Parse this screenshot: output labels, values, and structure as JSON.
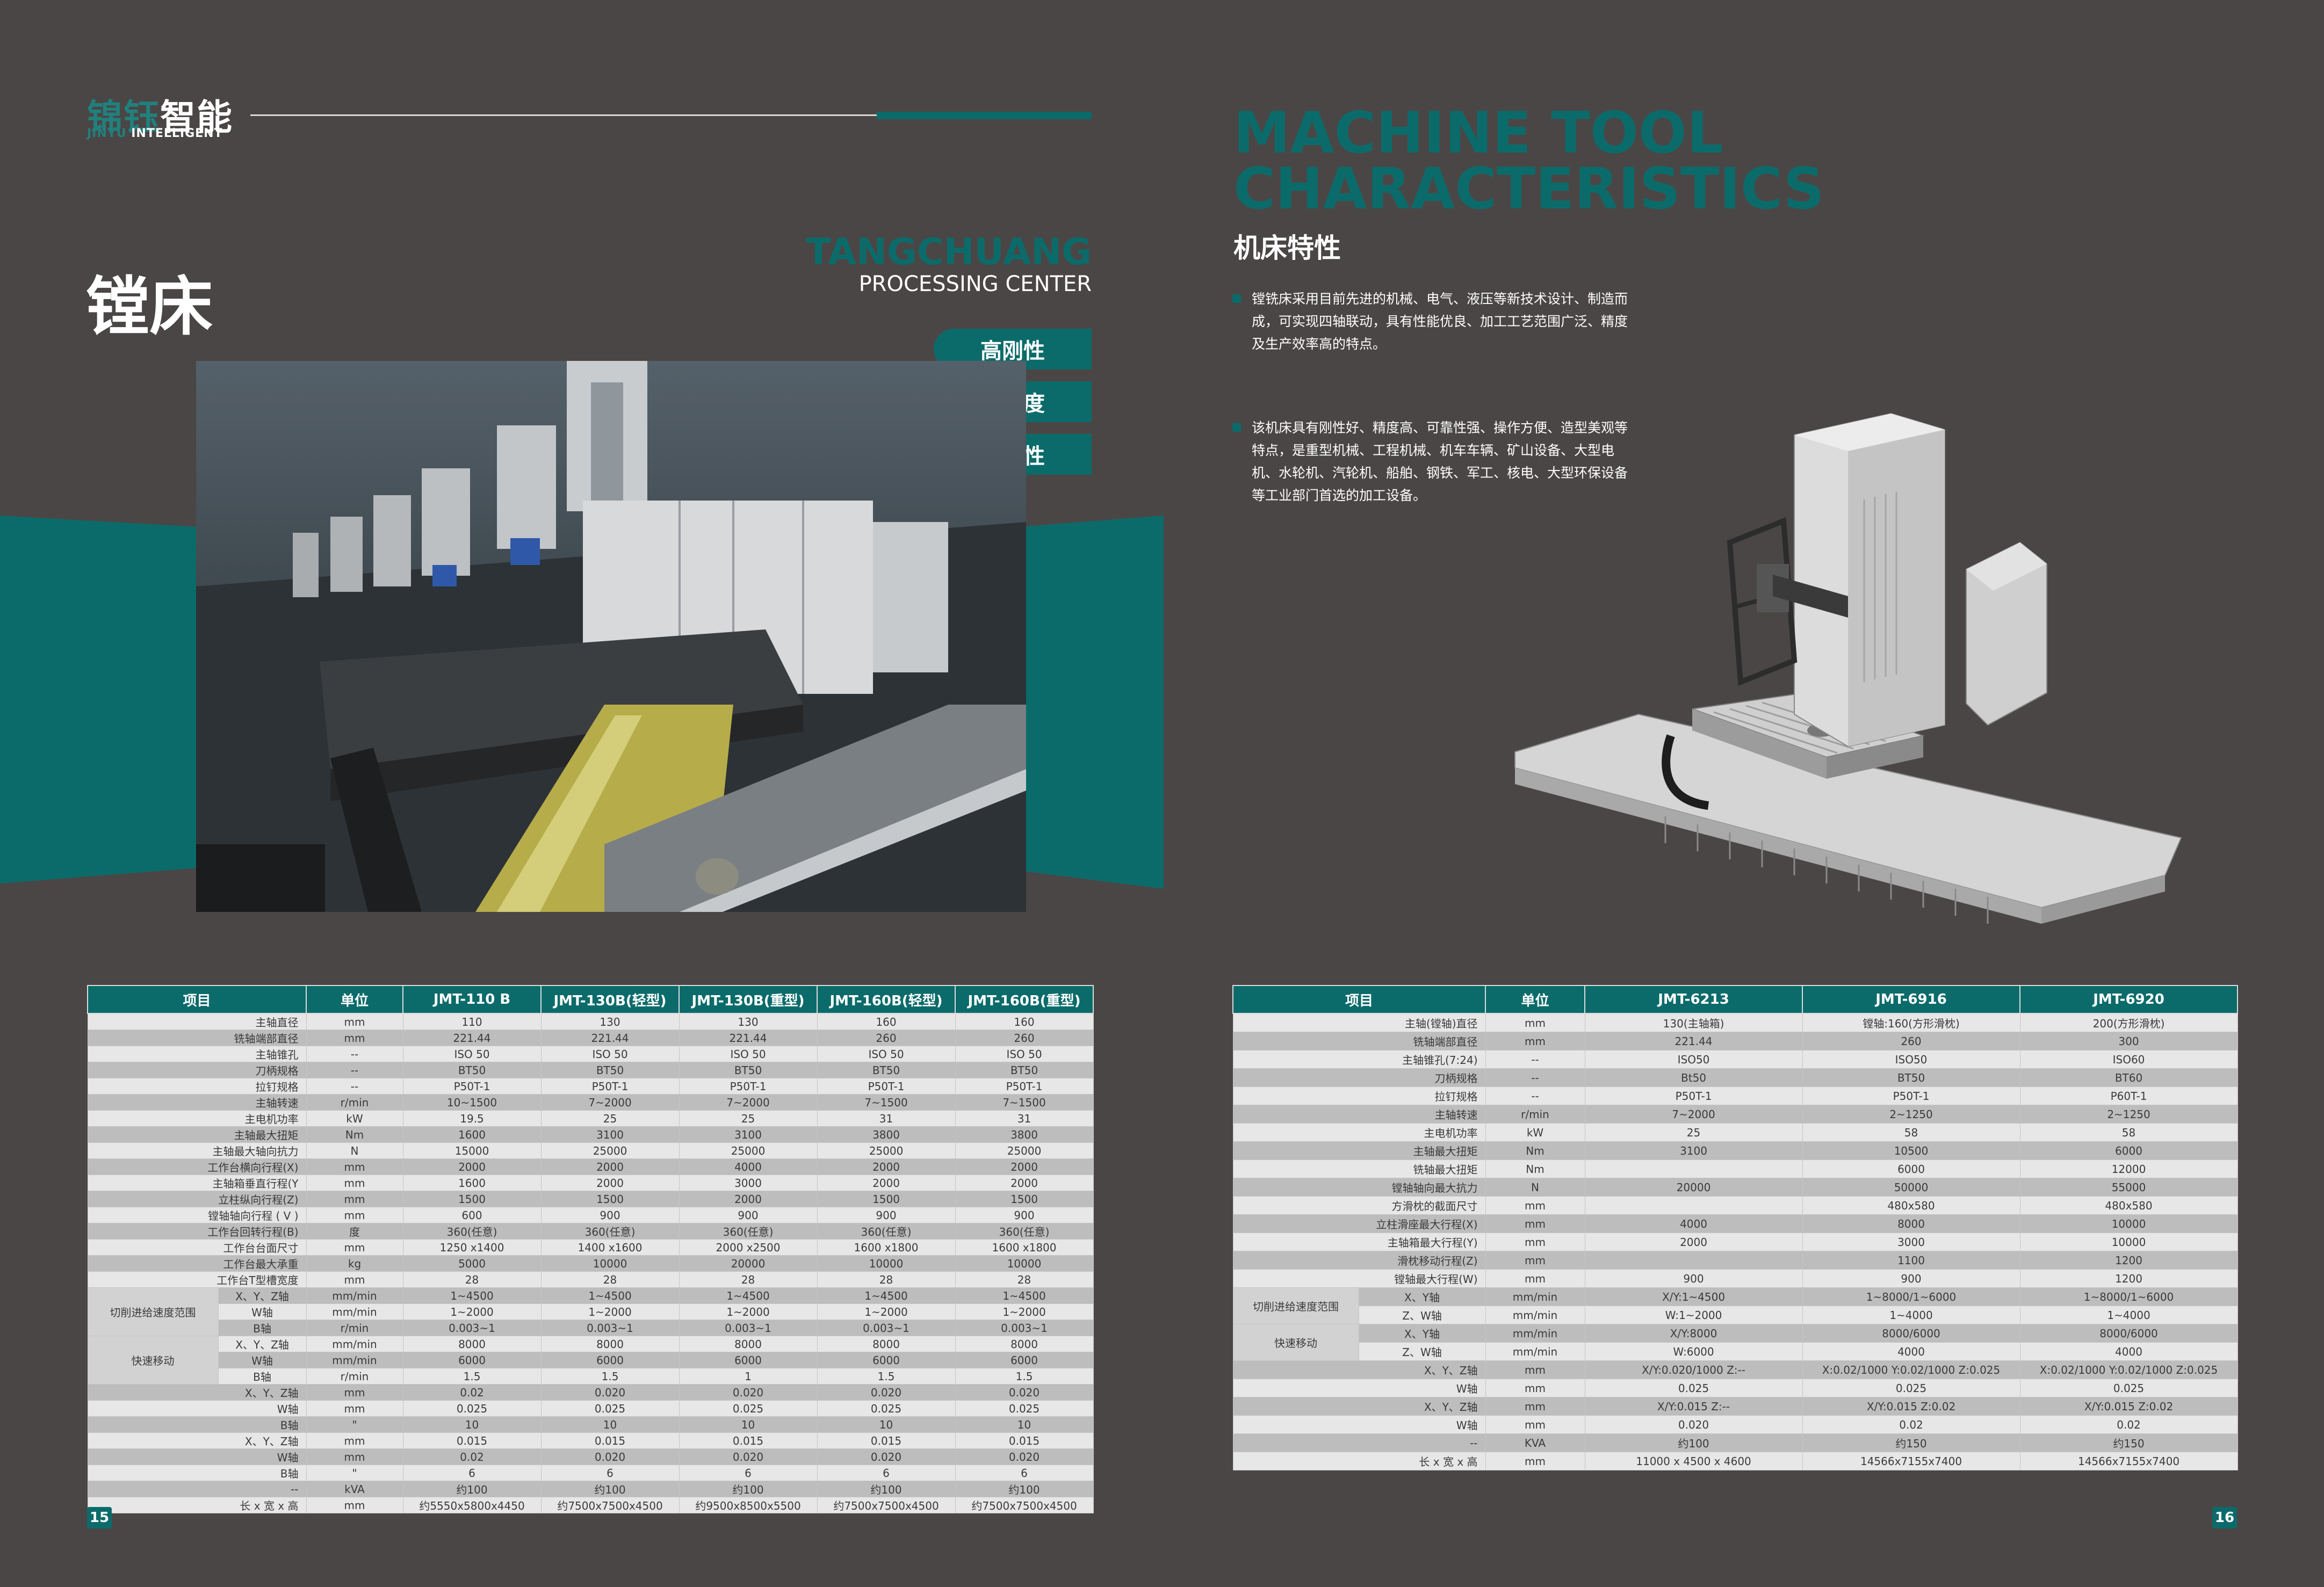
{
  "brand": {
    "name_cn_1": "锦钰",
    "name_cn_2": "智能",
    "name_en_1": "JINYU",
    "name_en_2": " INTELLIGENT"
  },
  "left_page": {
    "title": "镗床",
    "series_big": "TANGCHUANG",
    "series_small": "PROCESSING CENTER",
    "features": [
      "高刚性",
      "高强度",
      "高韧性"
    ],
    "page_number": "15"
  },
  "right_page": {
    "heading_en_1": "MACHINE TOOL",
    "heading_en_2": "CHARACTERISTICS",
    "heading_cn": "机床特性",
    "para1": "镗铣床采用目前先进的机械、电气、液压等新技术设计、制造而成，可实现四轴联动，具有性能优良、加工工艺范围广泛、精度及生产效率高的特点。",
    "para2": "该机床具有刚性好、精度高、可靠性强、操作方便、造型美观等特点，是重型机械、工程机械、机车车辆、矿山设备、大型电机、水轮机、汽轮机、船舶、钢铁、军工、核电、大型环保设备等工业部门首选的加工设备。",
    "page_number": "16"
  },
  "left_table": {
    "headers": [
      "项目",
      "单位",
      "JMT-110 B",
      "JMT-130B(轻型)",
      "JMT-130B(重型)",
      "JMT-160B(轻型)",
      "JMT-160B(重型)"
    ],
    "rows": [
      {
        "g": "",
        "l": "主轴直径",
        "u": "mm",
        "v": [
          "110",
          "130",
          "130",
          "160",
          "160"
        ]
      },
      {
        "g": "",
        "l": "铣轴端部直径",
        "u": "mm",
        "v": [
          "221.44",
          "221.44",
          "221.44",
          "260",
          "260"
        ]
      },
      {
        "g": "",
        "l": "主轴锥孔",
        "u": "--",
        "v": [
          "ISO 50",
          "ISO 50",
          "ISO 50",
          "ISO 50",
          "ISO 50"
        ]
      },
      {
        "g": "",
        "l": "刀柄规格",
        "u": "--",
        "v": [
          "BT50",
          "BT50",
          "BT50",
          "BT50",
          "BT50"
        ]
      },
      {
        "g": "",
        "l": "拉钉规格",
        "u": "--",
        "v": [
          "P50T-1",
          "P50T-1",
          "P50T-1",
          "P50T-1",
          "P50T-1"
        ]
      },
      {
        "g": "",
        "l": "主轴转速",
        "u": "r/min",
        "v": [
          "10~1500",
          "7~2000",
          "7~2000",
          "7~1500",
          "7~1500"
        ]
      },
      {
        "g": "",
        "l": "主电机功率",
        "u": "kW",
        "v": [
          "19.5",
          "25",
          "25",
          "31",
          "31"
        ]
      },
      {
        "g": "",
        "l": "主轴最大扭矩",
        "u": "Nm",
        "v": [
          "1600",
          "3100",
          "3100",
          "3800",
          "3800"
        ]
      },
      {
        "g": "",
        "l": "主轴最大轴向抗力",
        "u": "N",
        "v": [
          "15000",
          "25000",
          "25000",
          "25000",
          "25000"
        ]
      },
      {
        "g": "",
        "l": "工作台横向行程(X)",
        "u": "mm",
        "v": [
          "2000",
          "2000",
          "4000",
          "2000",
          "2000"
        ]
      },
      {
        "g": "",
        "l": "主轴箱垂直行程(Y",
        "u": "mm",
        "v": [
          "1600",
          "2000",
          "3000",
          "2000",
          "2000"
        ]
      },
      {
        "g": "",
        "l": "立柱纵向行程(Z)",
        "u": "mm",
        "v": [
          "1500",
          "1500",
          "2000",
          "1500",
          "1500"
        ]
      },
      {
        "g": "",
        "l": "镗轴轴向行程 ( V )",
        "u": "mm",
        "v": [
          "600",
          "900",
          "900",
          "900",
          "900"
        ]
      },
      {
        "g": "",
        "l": "工作台回转行程(B)",
        "u": "度",
        "v": [
          "360(任意)",
          "360(任意)",
          "360(任意)",
          "360(任意)",
          "360(任意)"
        ]
      },
      {
        "g": "",
        "l": "工作台台面尺寸",
        "u": "mm",
        "v": [
          "1250 x1400",
          "1400 x1600",
          "2000 x2500",
          "1600 x1800",
          "1600 x1800"
        ]
      },
      {
        "g": "",
        "l": "工作台最大承重",
        "u": "kg",
        "v": [
          "5000",
          "10000",
          "20000",
          "10000",
          "10000"
        ]
      },
      {
        "g": "",
        "l": "工作台T型槽宽度",
        "u": "mm",
        "v": [
          "28",
          "28",
          "28",
          "28",
          "28"
        ]
      },
      {
        "g": "切削进给速度范围",
        "span": 3,
        "l": "X、Y、Z轴",
        "u": "mm/min",
        "v": [
          "1~4500",
          "1~4500",
          "1~4500",
          "1~4500",
          "1~4500"
        ]
      },
      {
        "g": null,
        "l": "W轴",
        "u": "mm/min",
        "v": [
          "1~2000",
          "1~2000",
          "1~2000",
          "1~2000",
          "1~2000"
        ]
      },
      {
        "g": null,
        "l": "B轴",
        "u": "r/min",
        "v": [
          "0.003~1",
          "0.003~1",
          "0.003~1",
          "0.003~1",
          "0.003~1"
        ]
      },
      {
        "g": "快速移动",
        "span": 3,
        "l": "X、Y、Z轴",
        "u": "mm/min",
        "v": [
          "8000",
          "8000",
          "8000",
          "8000",
          "8000"
        ]
      },
      {
        "g": null,
        "l": "W轴",
        "u": "mm/min",
        "v": [
          "6000",
          "6000",
          "6000",
          "6000",
          "6000"
        ]
      },
      {
        "g": null,
        "l": "B轴",
        "u": "r/min",
        "v": [
          "1.5",
          "1.5",
          "1",
          "1.5",
          "1.5"
        ]
      },
      {
        "g": "",
        "l": "X、Y、Z轴",
        "u": "mm",
        "v": [
          "0.02",
          "0.020",
          "0.020",
          "0.020",
          "0.020"
        ]
      },
      {
        "g": "",
        "l": "W轴",
        "u": "mm",
        "v": [
          "0.025",
          "0.025",
          "0.025",
          "0.025",
          "0.025"
        ]
      },
      {
        "g": "",
        "l": "B轴",
        "u": "\"",
        "v": [
          "10",
          "10",
          "10",
          "10",
          "10"
        ]
      },
      {
        "g": "",
        "l": "X、Y、Z轴",
        "u": "mm",
        "v": [
          "0.015",
          "0.015",
          "0.015",
          "0.015",
          "0.015"
        ]
      },
      {
        "g": "",
        "l": "W轴",
        "u": "mm",
        "v": [
          "0.02",
          "0.020",
          "0.020",
          "0.020",
          "0.020"
        ]
      },
      {
        "g": "",
        "l": "B轴",
        "u": "\"",
        "v": [
          "6",
          "6",
          "6",
          "6",
          "6"
        ]
      },
      {
        "g": "",
        "l": "--",
        "u": "kVA",
        "v": [
          "约100",
          "约100",
          "约100",
          "约100",
          "约100"
        ]
      },
      {
        "g": "",
        "l": "长 x 宽 x 高",
        "u": "mm",
        "v": [
          "约5550x5800x4450",
          "约7500x7500x4500",
          "约9500x8500x5500",
          "约7500x7500x4500",
          "约7500x7500x4500"
        ]
      }
    ]
  },
  "right_table": {
    "headers": [
      "项目",
      "单位",
      "JMT-6213",
      "JMT-6916",
      "JMT-6920"
    ],
    "rows": [
      {
        "g": "",
        "l": "主轴(镗轴)直径",
        "u": "mm",
        "v": [
          "130(主轴箱)",
          "镗轴:160(方形滑枕)",
          "200(方形滑枕)"
        ]
      },
      {
        "g": "",
        "l": "铣轴端部直径",
        "u": "mm",
        "v": [
          "221.44",
          "260",
          "300"
        ]
      },
      {
        "g": "",
        "l": "主轴锥孔(7:24)",
        "u": "--",
        "v": [
          "ISO50",
          "ISO50",
          "ISO60"
        ]
      },
      {
        "g": "",
        "l": "刀柄规格",
        "u": "--",
        "v": [
          "Bt50",
          "BT50",
          "BT60"
        ]
      },
      {
        "g": "",
        "l": "拉钉规格",
        "u": "--",
        "v": [
          "P50T-1",
          "P50T-1",
          "P60T-1"
        ]
      },
      {
        "g": "",
        "l": "主轴转速",
        "u": "r/min",
        "v": [
          "7~2000",
          "2~1250",
          "2~1250"
        ]
      },
      {
        "g": "",
        "l": "主电机功率",
        "u": "kW",
        "v": [
          "25",
          "58",
          "58"
        ]
      },
      {
        "g": "",
        "l": "主轴最大扭矩",
        "u": "Nm",
        "v": [
          "3100",
          "10500",
          "6000"
        ]
      },
      {
        "g": "",
        "l": "铣轴最大扭矩",
        "u": "Nm",
        "v": [
          "",
          "6000",
          "12000"
        ]
      },
      {
        "g": "",
        "l": "镗轴轴向最大抗力",
        "u": "N",
        "v": [
          "20000",
          "50000",
          "55000"
        ]
      },
      {
        "g": "",
        "l": "方滑枕的截面尺寸",
        "u": "mm",
        "v": [
          "",
          "480x580",
          "480x580"
        ]
      },
      {
        "g": "",
        "l": "立柱滑座最大行程(X)",
        "u": "mm",
        "v": [
          "4000",
          "8000",
          "10000"
        ]
      },
      {
        "g": "",
        "l": "主轴箱最大行程(Y)",
        "u": "mm",
        "v": [
          "2000",
          "3000",
          "10000"
        ]
      },
      {
        "g": "",
        "l": "滑枕移动行程(Z)",
        "u": "mm",
        "v": [
          "",
          "1100",
          "1200"
        ]
      },
      {
        "g": "",
        "l": "镗轴最大行程(W)",
        "u": "mm",
        "v": [
          "900",
          "900",
          "1200"
        ]
      },
      {
        "g": "切削进给速度范围",
        "span": 2,
        "l": "X、Y轴",
        "u": "mm/min",
        "v": [
          "X/Y:1~4500",
          "1~8000/1~6000",
          "1~8000/1~6000"
        ]
      },
      {
        "g": null,
        "l": "Z、W轴",
        "u": "mm/min",
        "v": [
          "W:1~2000",
          "1~4000",
          "1~4000"
        ]
      },
      {
        "g": "快速移动",
        "span": 2,
        "l": "X、Y轴",
        "u": "mm/min",
        "v": [
          "X/Y:8000",
          "8000/6000",
          "8000/6000"
        ]
      },
      {
        "g": null,
        "l": "Z、W轴",
        "u": "mm/min",
        "v": [
          "W:6000",
          "4000",
          "4000"
        ]
      },
      {
        "g": "",
        "l": "X、Y、Z轴",
        "u": "mm",
        "v": [
          "X/Y:0.020/1000 Z:--",
          "X:0.02/1000 Y:0.02/1000 Z:0.025",
          "X:0.02/1000 Y:0.02/1000 Z:0.025"
        ]
      },
      {
        "g": "",
        "l": "W轴",
        "u": "mm",
        "v": [
          "0.025",
          "0.025",
          "0.025"
        ]
      },
      {
        "g": "",
        "l": "X、Y、Z轴",
        "u": "mm",
        "v": [
          "X/Y:0.015 Z:--",
          "X/Y:0.015 Z:0.02",
          "X/Y:0.015 Z:0.02"
        ]
      },
      {
        "g": "",
        "l": "W轴",
        "u": "mm",
        "v": [
          "0.020",
          "0.02",
          "0.02"
        ]
      },
      {
        "g": "",
        "l": "--",
        "u": "KVA",
        "v": [
          "约100",
          "约150",
          "约150"
        ]
      },
      {
        "g": "",
        "l": "长 x 宽 x 高",
        "u": "mm",
        "v": [
          "11000 x 4500 x 4600",
          "14566x7155x7400",
          "14566x7155x7400"
        ]
      }
    ]
  },
  "colors": {
    "background": "#4a4645",
    "accent": "#0b6b6a",
    "row_light": "#e7e7e7",
    "row_dark": "#bdbdbd"
  }
}
